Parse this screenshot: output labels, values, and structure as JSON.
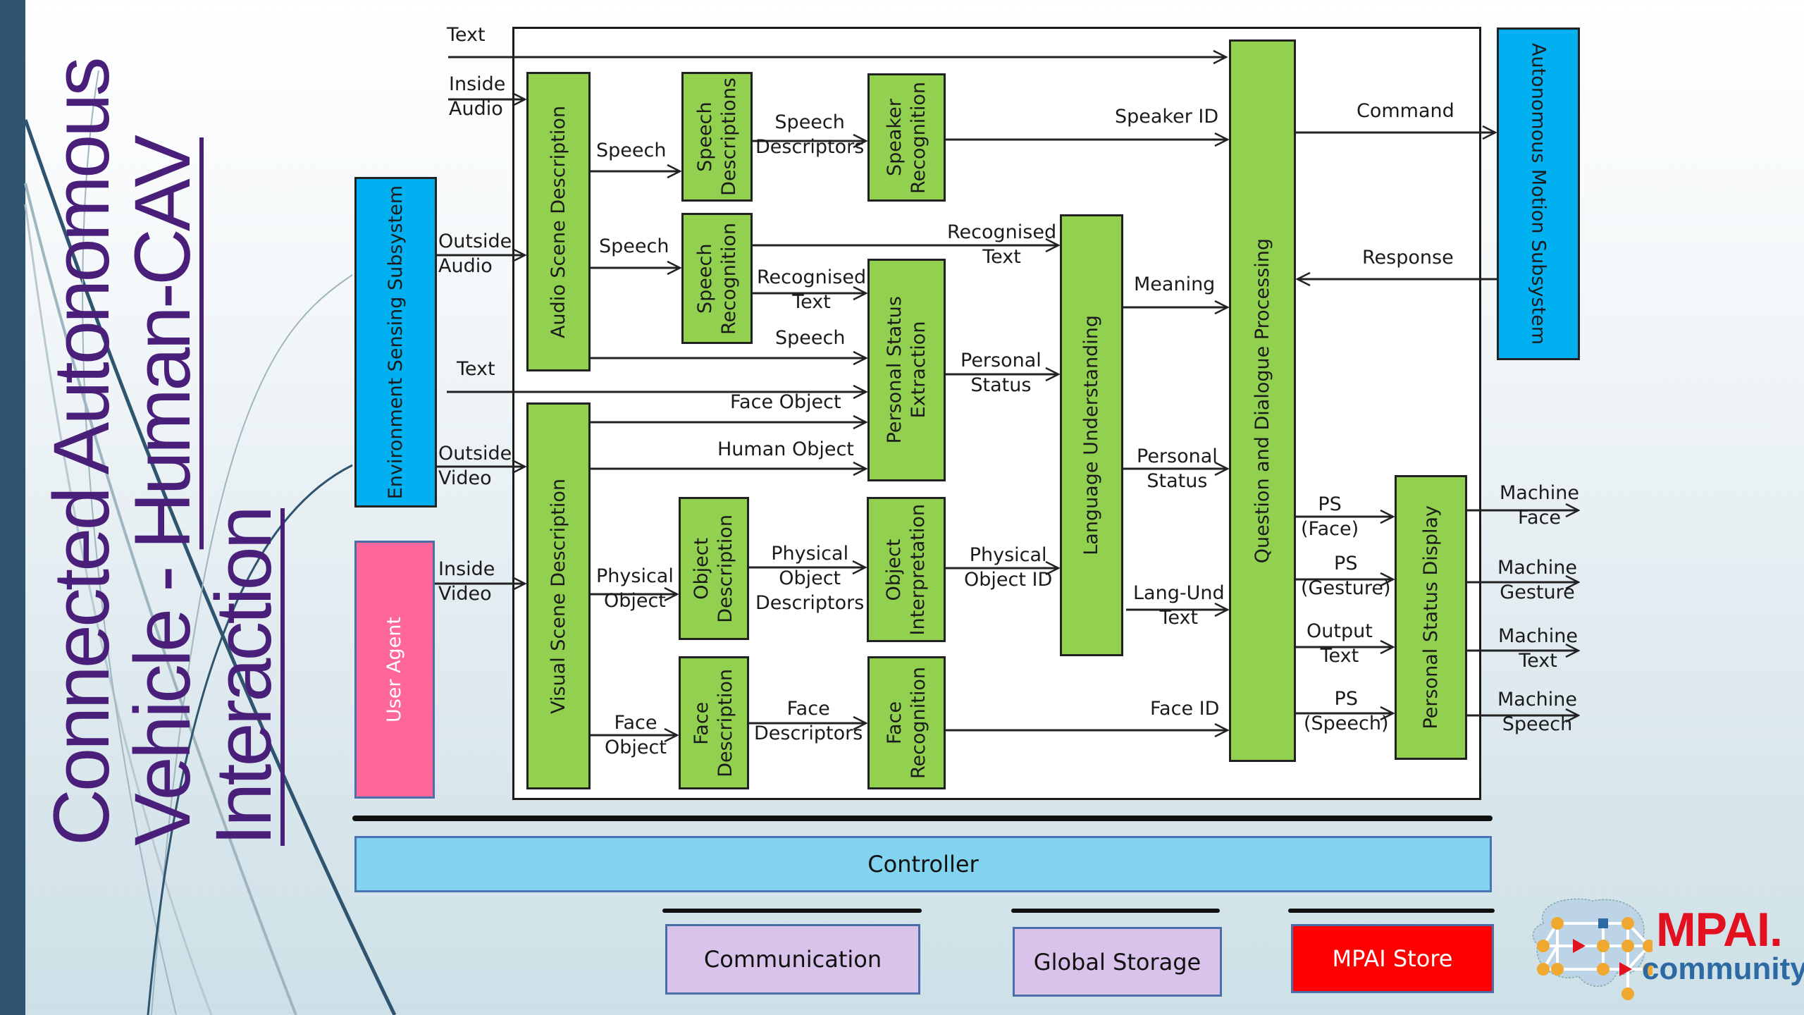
{
  "title": {
    "line1": "Connected Autonomous",
    "line2_plain": "Vehicle - ",
    "line2_underlined": "Human-CAV",
    "line3": "Interaction"
  },
  "external": {
    "environment_sensing": "Environment Sensing Subsystem",
    "user_agent": "User Agent",
    "autonomous_motion": "Autonomous Motion Subsystem"
  },
  "modules": {
    "audio_scene": "Audio Scene Description",
    "speech_descriptions": "Speech\nDescriptions",
    "speech_recognition": "Speech\nRecognition",
    "speaker_recognition": "Speaker\nRecognition",
    "personal_status_extraction": "Personal Status\nExtraction",
    "language_understanding": "Language Understanding",
    "qdp": "Question and Dialogue Processing",
    "visual_scene": "Visual Scene Description",
    "object_description": "Object\nDescription",
    "object_interpretation": "Object\nInterpretation",
    "face_description": "Face\nDescription",
    "face_recognition": "Face\nRecognition",
    "personal_status_display": "Personal Status Display"
  },
  "labels": {
    "text_top": "Text",
    "inside_audio": "Inside\nAudio",
    "outside_audio": "Outside\nAudio",
    "text_mid": "Text",
    "outside_video": "Outside\nVideo",
    "inside_video": "Inside\nVideo",
    "speech_1": "Speech",
    "speech_2": "Speech",
    "speech_descriptors": "Speech\nDescriptors",
    "speaker_id": "Speaker ID",
    "recognised_text_1": "Recognised\nText",
    "recognised_text_2": "Recognised\nText",
    "speech_3": "Speech",
    "face_object_1": "Face Object",
    "human_object": "Human Object",
    "personal_status_1": "Personal\nStatus",
    "meaning": "Meaning",
    "personal_status_2": "Personal\nStatus",
    "physical_object": "Physical\nObject",
    "physical_object_descriptors": "Physical\nObject\nDescriptors",
    "physical_object_id": "Physical\nObject ID",
    "lang_und_text": "Lang-Und\nText",
    "face_object_2": "Face\nObject",
    "face_descriptors": "Face\nDescriptors",
    "face_id": "Face ID",
    "command": "Command",
    "response": "Response",
    "ps_face": "PS\n(Face)",
    "ps_gesture": "PS\n(Gesture)",
    "output_text": "Output\nText",
    "ps_speech": "PS\n(Speech)",
    "machine_face": "Machine\nFace",
    "machine_gesture": "Machine\nGesture",
    "machine_text": "Machine\nText",
    "machine_speech": "Machine\nSpeech"
  },
  "infrastructure": {
    "controller": "Controller",
    "communication": "Communication",
    "global_storage": "Global Storage",
    "mpai_store": "MPAI Store"
  },
  "logo": {
    "brand": "MPAI.",
    "sub": "community"
  },
  "colors": {
    "module_green": "#92d050",
    "subsystem_blue": "#00b0f0",
    "user_agent_pink": "#ff6699",
    "controller_blue": "#82d3ef",
    "lilac": "#d9c3ea",
    "mpai_store_red": "#ff0000",
    "title_purple": "#4a1f7a"
  }
}
